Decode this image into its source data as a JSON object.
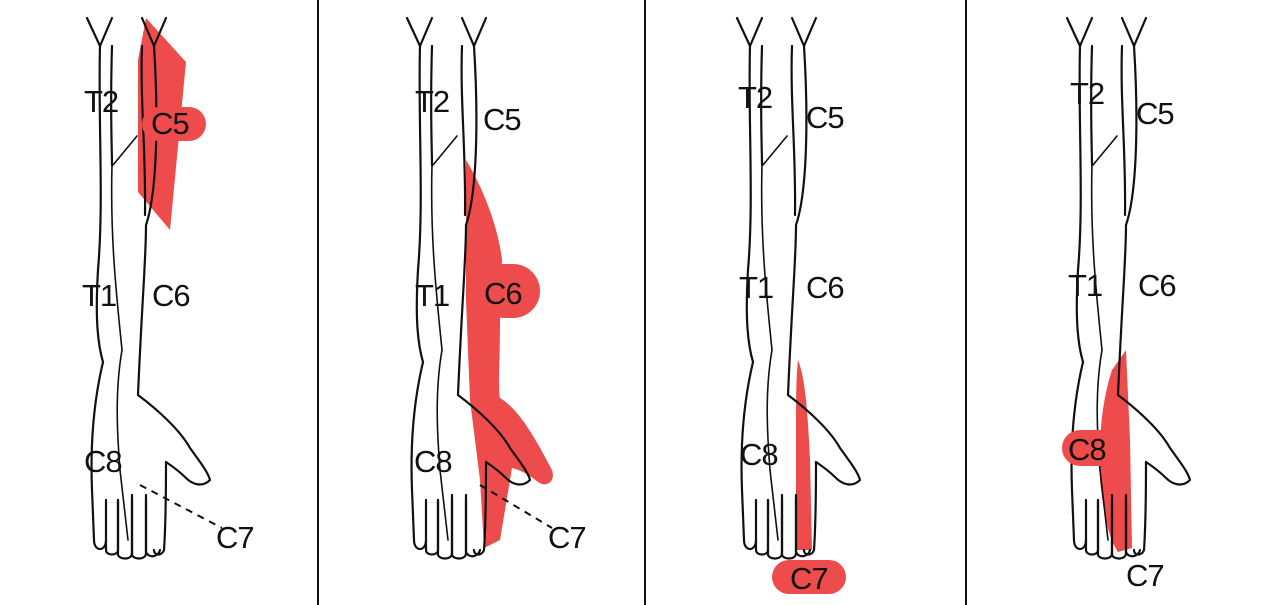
{
  "highlight_color": "#ee4c4c",
  "panels": [
    {
      "labels": {
        "t2": "T2",
        "c5": "C5",
        "t1": "T1",
        "c6": "C6",
        "c8": "C8",
        "c7": "C7"
      },
      "highlighted": "C5"
    },
    {
      "labels": {
        "t2": "T2",
        "c5": "C5",
        "t1": "T1",
        "c6": "C6",
        "c8": "C8",
        "c7": "C7"
      },
      "highlighted": "C6"
    },
    {
      "labels": {
        "t2": "T2",
        "c5": "C5",
        "t1": "T1",
        "c6": "C6",
        "c8": "C8",
        "c7": "C7"
      },
      "highlighted": "C7"
    },
    {
      "labels": {
        "t2": "T2",
        "c5": "C5",
        "t1": "T1",
        "c6": "C6",
        "c8": "C8",
        "c7": "C7"
      },
      "highlighted": "C8"
    }
  ]
}
